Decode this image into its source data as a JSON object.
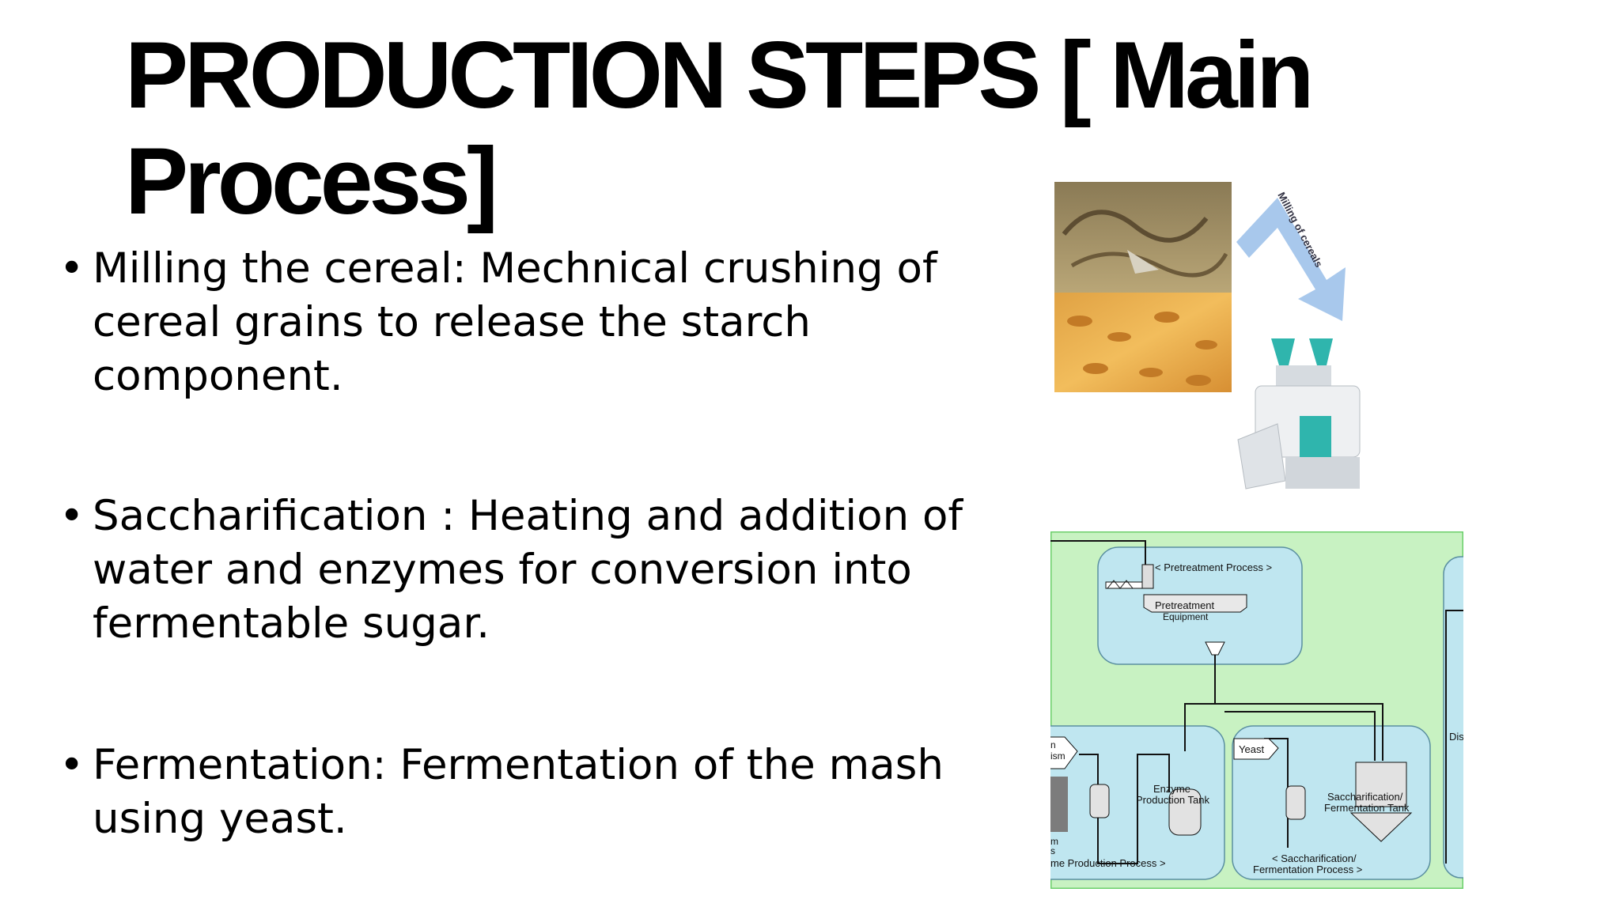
{
  "slide": {
    "title": "PRODUCTION STEPS [ Main Process]",
    "bullets": [
      "Milling the cereal: Mechnical crushing of cereal grains to release the starch component.",
      "Saccharification : Heating and addition of water and enzymes for conversion into fermentable sugar.",
      "Fermentation: Fermentation of the mash using yeast."
    ]
  },
  "milling_image": {
    "arrow_label": "Milling of cereals"
  },
  "process_diagram": {
    "pretreatment_process": "< Pretreatment Process >",
    "pretreatment_equipment_1": "Pretreatment",
    "pretreatment_equipment_2": "Equipment",
    "yeast": "Yeast",
    "enzyme_tank_1": "Enzyme",
    "enzyme_tank_2": "Production Tank",
    "sacch_tank_1": "Saccharification/",
    "sacch_tank_2": "Fermentation Tank",
    "enzyme_process": "me Production Process >",
    "sacch_process_1": "< Saccharification/",
    "sacch_process_2": "Fermentation Process >",
    "dis_label": "Dis",
    "left_fragment_1": "n",
    "left_fragment_2": "ism",
    "left_fragment_3": "m",
    "left_fragment_4": "s"
  },
  "colors": {
    "diagram_bg": "#c8f2c2",
    "panel": "#bfe6f0",
    "arrow": "#a8c8ec",
    "machine": "#2fb5ad"
  }
}
